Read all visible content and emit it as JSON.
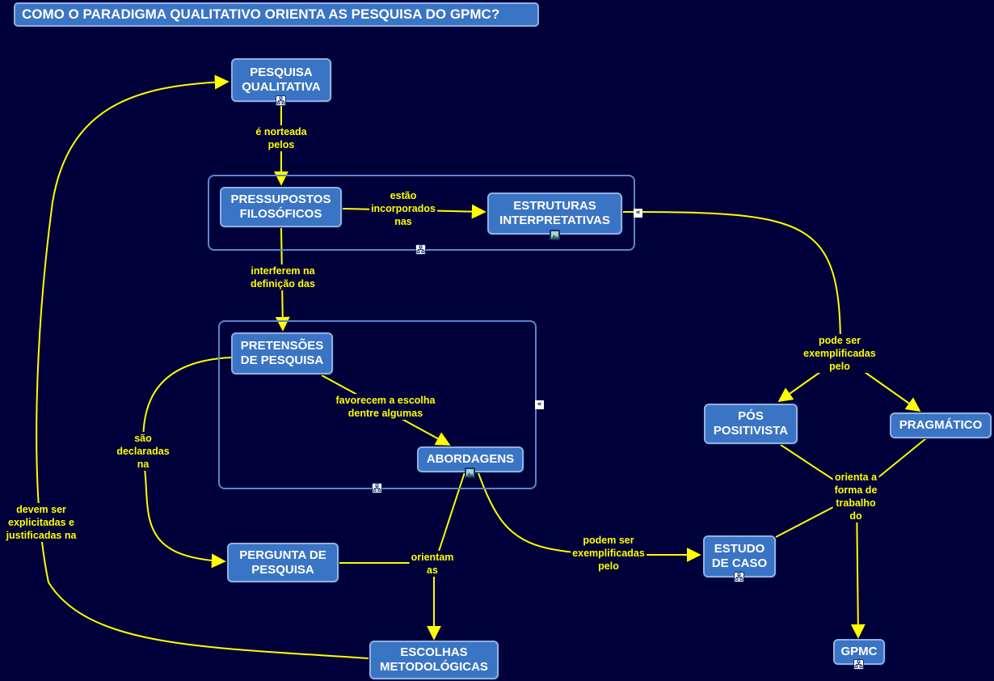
{
  "title": "COMO O PARADIGMA QUALITATIVO ORIENTA AS PESQUISA DO GPMC?",
  "concepts": {
    "pesquisa_qualitativa": "PESQUISA\nQUALITATIVA",
    "pressupostos": "PRESSUPOSTOS\nFILOSÓFICOS",
    "estruturas": "ESTRUTURAS\nINTERPRETATIVAS",
    "pretensoes": "PRETENSÕES\nDE PESQUISA",
    "abordagens": "ABORDAGENS",
    "pergunta": "PERGUNTA DE\nPESQUISA",
    "escolhas": "ESCOLHAS\nMETODOLÓGICAS",
    "pos_positivista": "PÓS\nPOSITIVISTA",
    "pragmatico": "PRAGMÁTICO",
    "estudo_caso": "ESTUDO\nDE CASO",
    "gpmc": "GPMC"
  },
  "links": {
    "norteada": "é norteada\npelos",
    "incorporados": "estão\nincorporados\nnas",
    "interferem": "interferem na\ndefinição das",
    "favorecem": "favorecem a escolha\ndentre algumas",
    "declaradas": "são\ndeclaradas\nna",
    "devem": "devem ser\nexplicitadas e\njustificadas na",
    "orientam": "orientam\nas",
    "exemplificadas_abordagens": "podem ser\nexemplificadas\npelo",
    "exemplificadas_estruturas": "pode ser\nexemplificadas\npelo",
    "orienta_forma": "orienta a\nforma de\ntrabalho\ndo"
  },
  "colors": {
    "background": "#00003a",
    "concept_fill": "#3a74c4",
    "concept_border": "#8fb1e6",
    "link": "#ffff00",
    "link_text": "#ffff00"
  },
  "icons": {
    "submap": "submap-icon",
    "image": "image-icon",
    "collapse": "collapse-arrows-icon"
  }
}
